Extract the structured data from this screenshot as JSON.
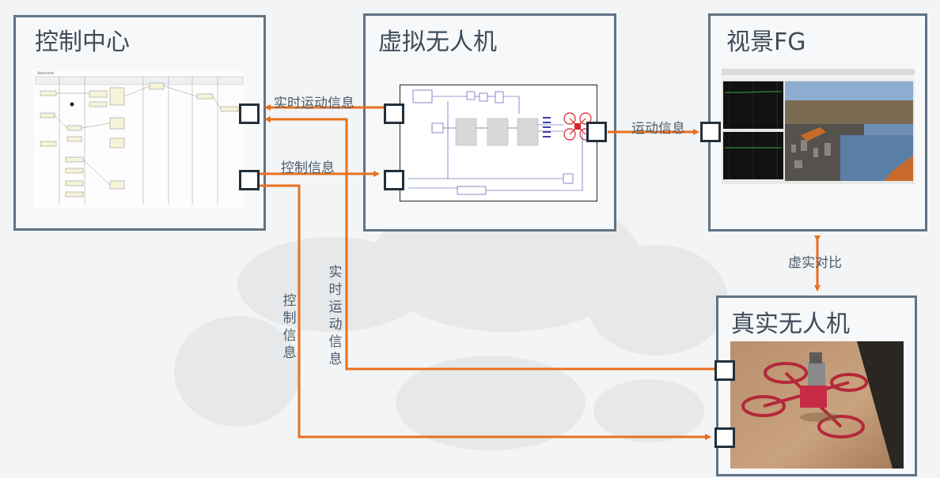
{
  "boxes": {
    "control_center": {
      "title": "控制中心"
    },
    "virtual_drone": {
      "title": "虚拟无人机"
    },
    "visual_fg": {
      "title": "视景FG"
    },
    "real_drone": {
      "title": "真实无人机"
    }
  },
  "connections": {
    "realtime_motion_top": "实时运动信息",
    "control_info_top": "控制信息",
    "motion_info": "运动信息",
    "virtual_real_compare": "虚实对比",
    "control_info_vertical": "控制信息",
    "realtime_motion_vertical": "实时运动信息"
  },
  "colors": {
    "arrow": "#e8701f",
    "box_border": "#5f7384",
    "port_border": "#22303b",
    "title_text": "#3f4c59"
  },
  "icons": [
    "drone-icon",
    "arrow-head-icon"
  ]
}
